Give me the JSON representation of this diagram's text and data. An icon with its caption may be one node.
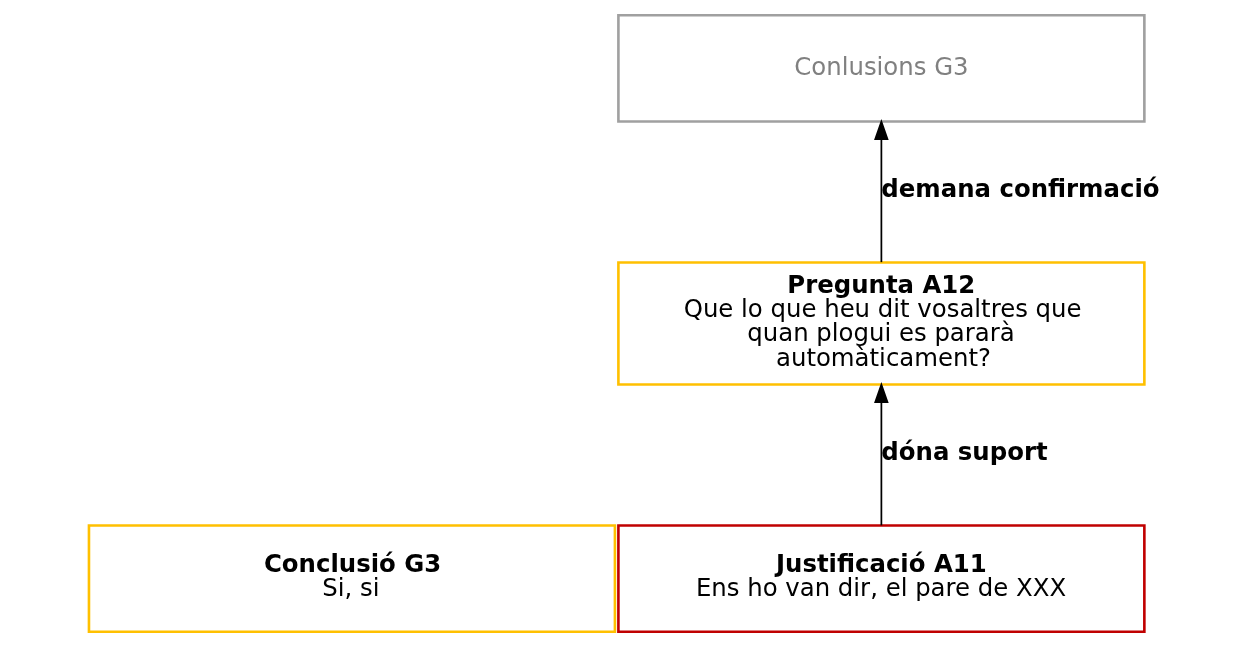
{
  "diagram": {
    "nodes": [
      {
        "text": [
          "Conlusions G3"
        ]
      },
      {
        "text": [
          "Pregunta A12",
          "Que lo que heu dit vosaltres que quan plogui es pararà automàticament?"
        ]
      },
      {
        "text": [
          "Conclusió G3",
          "Si, si"
        ]
      },
      {
        "text": [
          "Justificació A11",
          "Ens ho van dir, el pare de XXX"
        ]
      }
    ],
    "edges": [
      {
        "from": 1,
        "to": 0,
        "arrow": "to",
        "label": "demana confirmació"
      },
      {
        "from": 3,
        "to": 1,
        "arrow": "to",
        "label": "dóna suport"
      }
    ]
  }
}
